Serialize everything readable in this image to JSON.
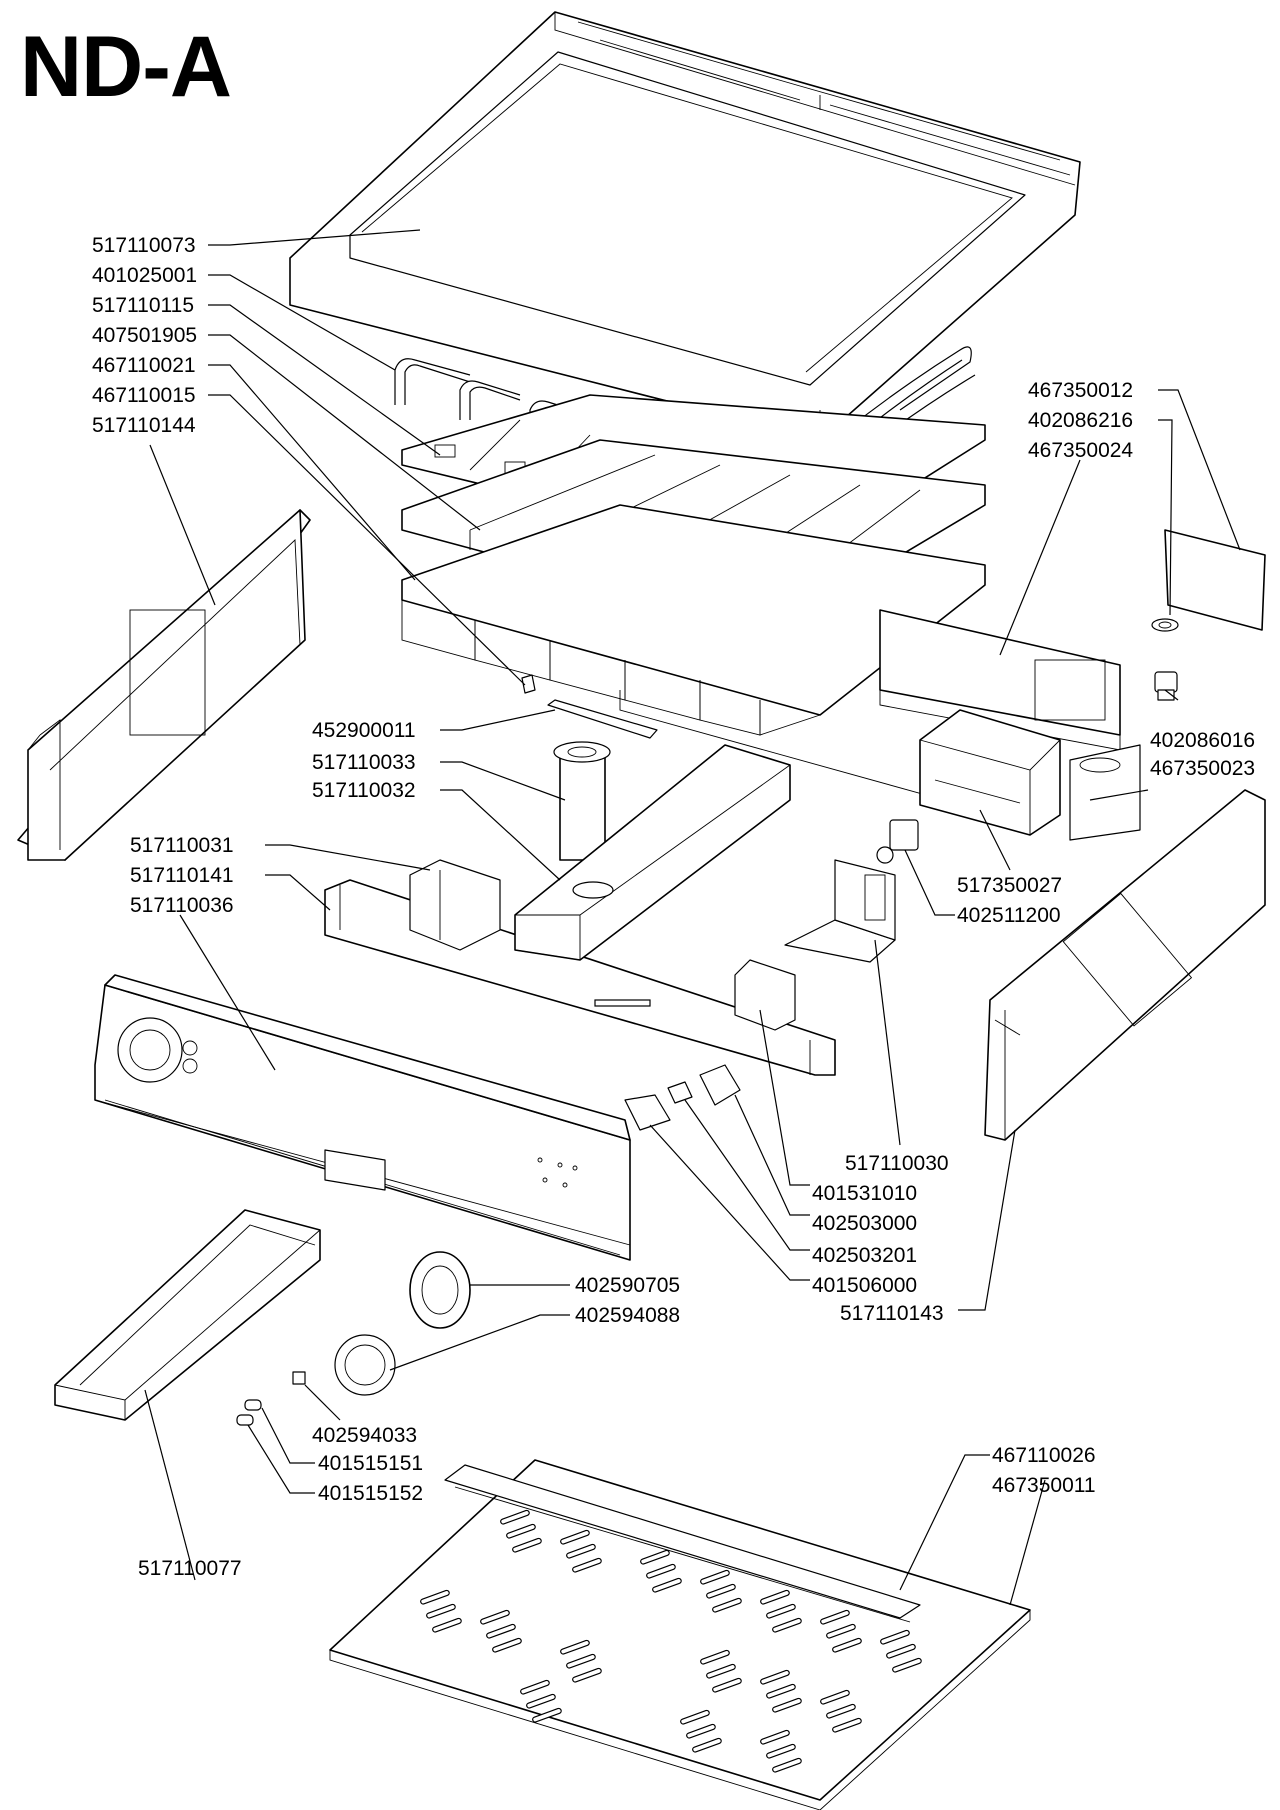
{
  "title": "ND-A",
  "labels": {
    "p517110073": "517110073",
    "p401025001": "401025001",
    "p517110115": "517110115",
    "p407501905": "407501905",
    "p467110021": "467110021",
    "p467110015": "467110015",
    "p517110144": "517110144",
    "p452900011": "452900011",
    "p517110033": "517110033",
    "p517110032": "517110032",
    "p517110031": "517110031",
    "p517110141": "517110141",
    "p517110036": "517110036",
    "p467350012": "467350012",
    "p402086216": "402086216",
    "p467350024": "467350024",
    "p402086016": "402086016",
    "p467350023": "467350023",
    "p517350027": "517350027",
    "p402511200": "402511200",
    "p517110030": "517110030",
    "p401531010": "401531010",
    "p402503000": "402503000",
    "p402503201": "402503201",
    "p401506000": "401506000",
    "p517110143": "517110143",
    "p402590705": "402590705",
    "p402594088": "402594088",
    "p402594033": "402594033",
    "p401515151": "401515151",
    "p401515152": "401515152",
    "p467110026": "467110026",
    "p467350011": "467350011",
    "p517110077": "517110077"
  }
}
